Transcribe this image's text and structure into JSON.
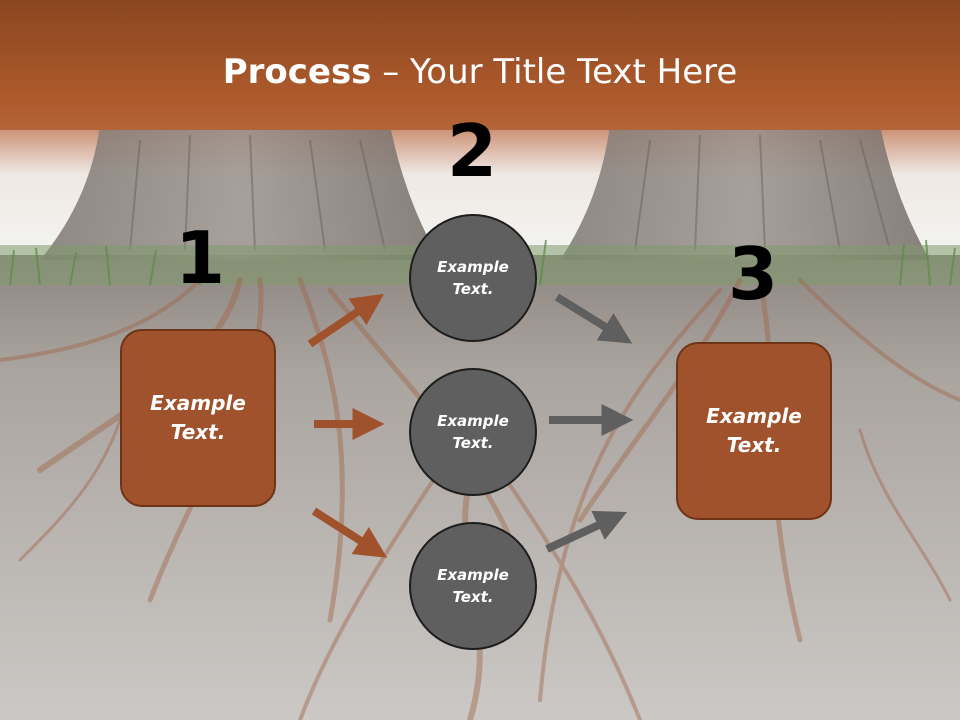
{
  "title": {
    "bold": "Process",
    "rest": " – Your Title Text Here"
  },
  "steps": {
    "one": "1",
    "two": "2",
    "three": "3"
  },
  "boxes": {
    "left": "Example Text.",
    "right": "Example Text."
  },
  "circles": {
    "top": "Example Text.",
    "middle": "Example Text.",
    "bottom": "Example Text."
  },
  "colors": {
    "header": "#a0522d",
    "box_fill": "#a0522d",
    "circle_fill": "#5f5f5f",
    "brown_arrow": "#a0522d",
    "gray_arrow": "#5f5f5f"
  }
}
